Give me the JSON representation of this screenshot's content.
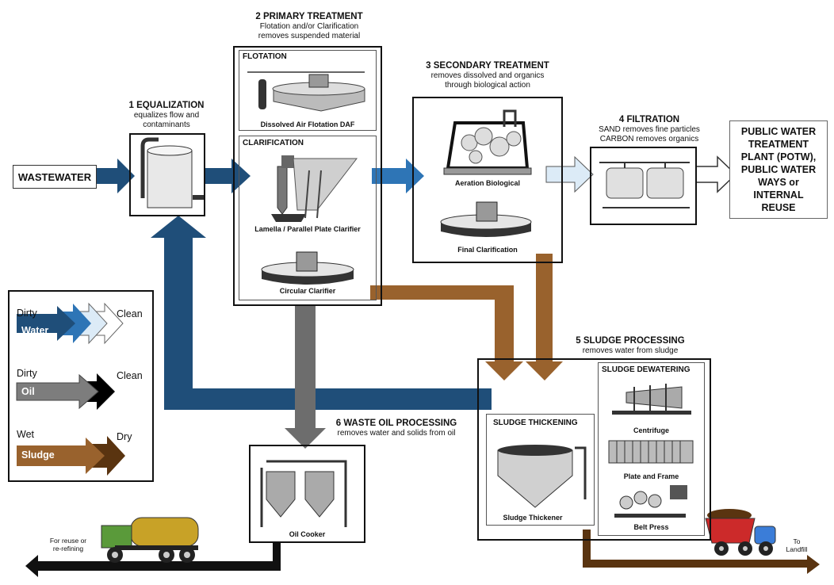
{
  "colors": {
    "water": "#1f4e79",
    "water_light": "#2e75b6",
    "water_pale": "#dcebf7",
    "oil": "#6d6d6d",
    "sludge": "#8b5a2b",
    "sludge_dark": "#5a3410"
  },
  "wastewater": {
    "label": "WASTEWATER"
  },
  "equalization": {
    "title": "1 EQUALIZATION",
    "desc_1": "equalizes flow and",
    "desc_2": "contaminants"
  },
  "primary": {
    "title": "2 PRIMARY TREATMENT",
    "desc_1": "Flotation and/or Clarification",
    "desc_2": "removes suspended material",
    "flotation_header": "FLOTATION",
    "flotation_caption": "Dissolved Air Flotation DAF",
    "clarification_header": "CLARIFICATION",
    "lamella_caption": "Lamella / Parallel Plate Clarifier",
    "circular_caption": "Circular Clarifier"
  },
  "secondary": {
    "title": "3 SECONDARY TREATMENT",
    "desc_1": "removes dissolved and organics",
    "desc_2": "through biological action",
    "aeration_caption": "Aeration Biological",
    "final_caption": "Final Clarification"
  },
  "filtration": {
    "title": "4 FILTRATION",
    "desc_1": "SAND removes fine particles",
    "desc_2": "CARBON removes organics"
  },
  "potw": {
    "line_1": "PUBLIC WATER",
    "line_2": "TREATMENT",
    "line_3": "PLANT (POTW),",
    "line_4": "PUBLIC WATER",
    "line_5": "WAYS or",
    "line_6": "INTERNAL",
    "line_7": "REUSE"
  },
  "sludge": {
    "title": "5 SLUDGE PROCESSING",
    "desc": "removes water from sludge",
    "thickening_header": "SLUDGE THICKENING",
    "thickener_caption": "Sludge Thickener",
    "dewatering_header": "SLUDGE DEWATERING",
    "centrifuge_caption": "Centrifuge",
    "plate_caption": "Plate and Frame",
    "belt_caption": "Belt Press"
  },
  "oil": {
    "title": "6 WASTE OIL PROCESSING",
    "desc": "removes water and solids from oil",
    "cooker_caption": "Oil Cooker"
  },
  "legend": {
    "water_left": "Dirty",
    "water_right": "Clean",
    "water_label": "Water",
    "oil_left": "Dirty",
    "oil_right": "Clean",
    "oil_label": "Oil",
    "sludge_left": "Wet",
    "sludge_right": "Dry",
    "sludge_label": "Sludge"
  },
  "exits": {
    "reuse_1": "For reuse or",
    "reuse_2": "re-refining",
    "landfill_1": "To",
    "landfill_2": "Landfill"
  }
}
